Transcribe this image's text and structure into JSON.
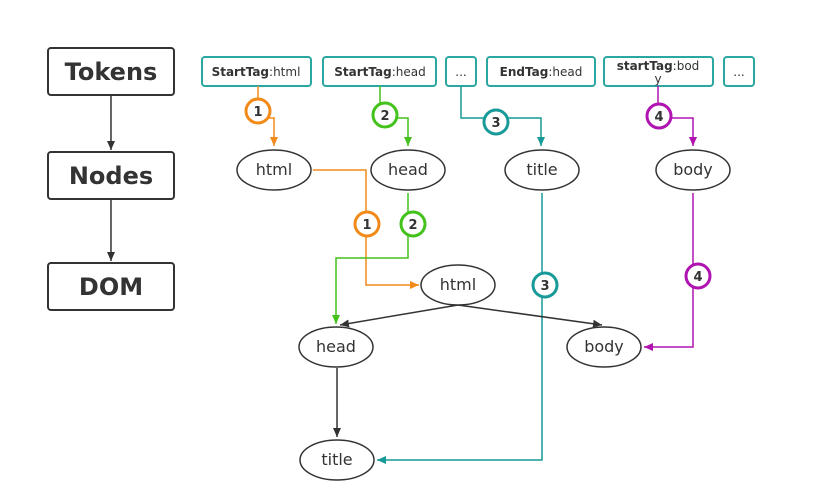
{
  "colors": {
    "token_border": "#2aa7a0",
    "node_border": "#333333",
    "stage_border": "#333333",
    "step1": "#f28a1a",
    "step2": "#43c21b",
    "step3": "#179a98",
    "step4": "#b013b0",
    "dom_edge": "#333333"
  },
  "stages": [
    "Tokens",
    "Nodes",
    "DOM"
  ],
  "tokens": [
    {
      "bold": "StartTag",
      "rest": ":html"
    },
    {
      "bold": "StartTag",
      "rest": ":head"
    },
    {
      "bold": "",
      "rest": "..."
    },
    {
      "bold": "EndTag",
      "rest": ":head"
    },
    {
      "bold": "startTag",
      "rest": ":bod",
      "rest2": "y"
    },
    {
      "bold": "",
      "rest": "..."
    }
  ],
  "nodes": [
    "html",
    "head",
    "title",
    "body"
  ],
  "dom": {
    "root": "html",
    "children": [
      "head",
      "body"
    ],
    "grandchild": "title"
  },
  "steps": [
    "1",
    "2",
    "3",
    "4"
  ]
}
